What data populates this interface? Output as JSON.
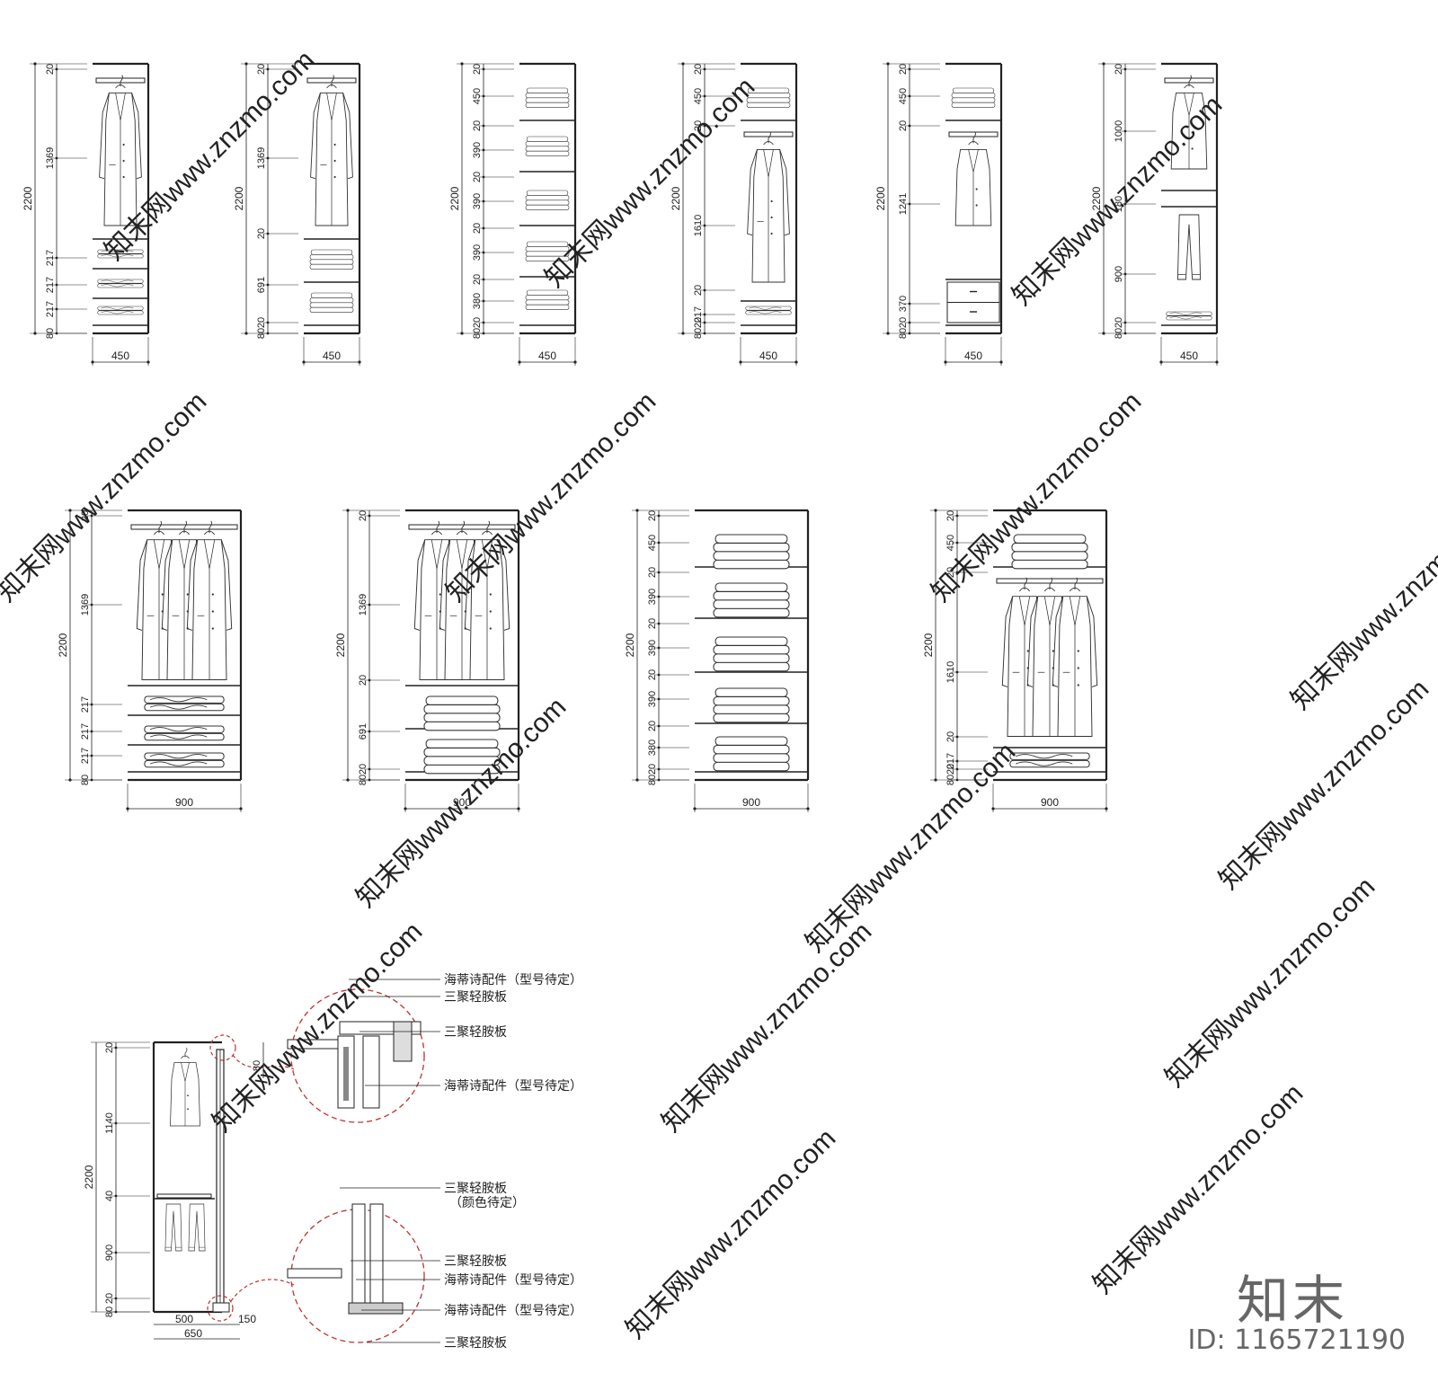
{
  "watermark": {
    "site": "www.znzmo.com",
    "cn": "知末网",
    "brand": "知末",
    "id": "ID: 1165721190"
  },
  "cabinets": [
    {
      "id": "c1",
      "width_label": "450",
      "total": "2200",
      "dims": [
        {
          "v": "20",
          "at": 0.02
        },
        {
          "v": "1369",
          "at": 0.35
        },
        {
          "v": "217",
          "at": 0.72
        },
        {
          "v": "217",
          "at": 0.82
        },
        {
          "v": "217",
          "at": 0.91
        },
        {
          "v": "80",
          "at": 1.0
        }
      ]
    },
    {
      "id": "c2",
      "width_label": "450",
      "total": "2200",
      "dims": [
        {
          "v": "20",
          "at": 0.02
        },
        {
          "v": "1369",
          "at": 0.35
        },
        {
          "v": "20",
          "at": 0.63
        },
        {
          "v": "691",
          "at": 0.82
        },
        {
          "v": "20",
          "at": 0.96
        },
        {
          "v": "80",
          "at": 1.0
        }
      ]
    },
    {
      "id": "c3",
      "width_label": "450",
      "total": "2200",
      "dims": [
        {
          "v": "20",
          "at": 0.02
        },
        {
          "v": "450",
          "at": 0.12
        },
        {
          "v": "20",
          "at": 0.23
        },
        {
          "v": "390",
          "at": 0.32
        },
        {
          "v": "20",
          "at": 0.42
        },
        {
          "v": "390",
          "at": 0.51
        },
        {
          "v": "20",
          "at": 0.61
        },
        {
          "v": "390",
          "at": 0.7
        },
        {
          "v": "20",
          "at": 0.8
        },
        {
          "v": "380",
          "at": 0.88
        },
        {
          "v": "20",
          "at": 0.96
        },
        {
          "v": "80",
          "at": 1.0
        }
      ]
    },
    {
      "id": "c4",
      "width_label": "450",
      "total": "2200",
      "dims": [
        {
          "v": "20",
          "at": 0.02
        },
        {
          "v": "450",
          "at": 0.12
        },
        {
          "v": "20",
          "at": 0.23
        },
        {
          "v": "1610",
          "at": 0.6
        },
        {
          "v": "20",
          "at": 0.84
        },
        {
          "v": "217",
          "at": 0.93
        },
        {
          "v": "20",
          "at": 0.96
        },
        {
          "v": "80",
          "at": 1.0
        }
      ]
    },
    {
      "id": "c5",
      "width_label": "450",
      "total": "2200",
      "dims": [
        {
          "v": "20",
          "at": 0.02
        },
        {
          "v": "450",
          "at": 0.12
        },
        {
          "v": "20",
          "at": 0.23
        },
        {
          "v": "1241",
          "at": 0.52
        },
        {
          "v": "370",
          "at": 0.89
        },
        {
          "v": "20",
          "at": 0.96
        },
        {
          "v": "80",
          "at": 1.0
        }
      ]
    },
    {
      "id": "c6",
      "width_label": "450",
      "total": "2200",
      "dims": [
        {
          "v": "20",
          "at": 0.02
        },
        {
          "v": "1000",
          "at": 0.25
        },
        {
          "v": "180",
          "at": 0.52
        },
        {
          "v": "900",
          "at": 0.78
        },
        {
          "v": "20",
          "at": 0.96
        },
        {
          "v": "80",
          "at": 1.0
        }
      ]
    },
    {
      "id": "c7",
      "width_label": "900",
      "total": "2200",
      "dims": [
        {
          "v": "20",
          "at": 0.02
        },
        {
          "v": "1369",
          "at": 0.35
        },
        {
          "v": "217",
          "at": 0.72
        },
        {
          "v": "217",
          "at": 0.82
        },
        {
          "v": "217",
          "at": 0.91
        },
        {
          "v": "80",
          "at": 1.0
        }
      ]
    },
    {
      "id": "c8",
      "width_label": "900",
      "total": "2200",
      "dims": [
        {
          "v": "20",
          "at": 0.02
        },
        {
          "v": "1369",
          "at": 0.35
        },
        {
          "v": "20",
          "at": 0.63
        },
        {
          "v": "691",
          "at": 0.82
        },
        {
          "v": "20",
          "at": 0.96
        },
        {
          "v": "80",
          "at": 1.0
        }
      ]
    },
    {
      "id": "c9",
      "width_label": "900",
      "total": "2200",
      "dims": [
        {
          "v": "20",
          "at": 0.02
        },
        {
          "v": "450",
          "at": 0.12
        },
        {
          "v": "20",
          "at": 0.23
        },
        {
          "v": "390",
          "at": 0.32
        },
        {
          "v": "20",
          "at": 0.42
        },
        {
          "v": "390",
          "at": 0.51
        },
        {
          "v": "20",
          "at": 0.61
        },
        {
          "v": "390",
          "at": 0.7
        },
        {
          "v": "20",
          "at": 0.8
        },
        {
          "v": "380",
          "at": 0.88
        },
        {
          "v": "20",
          "at": 0.96
        },
        {
          "v": "80",
          "at": 1.0
        }
      ]
    },
    {
      "id": "c10",
      "width_label": "900",
      "total": "2200",
      "dims": [
        {
          "v": "20",
          "at": 0.02
        },
        {
          "v": "450",
          "at": 0.12
        },
        {
          "v": "20",
          "at": 0.23
        },
        {
          "v": "1610",
          "at": 0.6
        },
        {
          "v": "20",
          "at": 0.84
        },
        {
          "v": "217",
          "at": 0.93
        },
        {
          "v": "20",
          "at": 0.96
        },
        {
          "v": "80",
          "at": 1.0
        }
      ]
    }
  ],
  "section": {
    "total": "2200",
    "dims": [
      {
        "v": "20",
        "at": 0.02
      },
      {
        "v": "1140",
        "at": 0.3
      },
      {
        "v": "40",
        "at": 0.57
      },
      {
        "v": "900",
        "at": 0.78
      },
      {
        "v": "20",
        "at": 0.95
      },
      {
        "v": "80",
        "at": 1.0
      }
    ],
    "bottom_dims": [
      "500",
      "150",
      "650"
    ],
    "side_dim": "80",
    "callouts_top": [
      "海蒂诗配件（型号待定）",
      "三聚轻胺板",
      "三聚轻胺板",
      "海蒂诗配件（型号待定）"
    ],
    "callouts_bottom": [
      "三聚轻胺板",
      "（颜色待定）",
      "三聚轻胺板",
      "海蒂诗配件（型号待定）",
      "海蒂诗配件（型号待定）",
      "三聚轻胺板"
    ]
  }
}
